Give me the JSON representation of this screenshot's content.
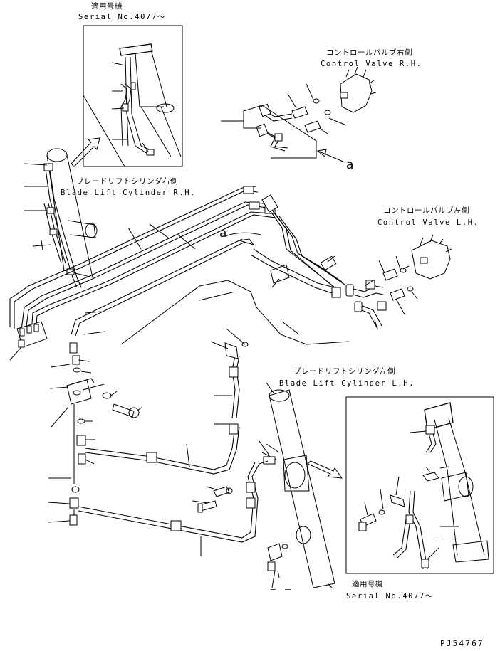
{
  "inset_top": {
    "title_jp": "適用号機",
    "serial": "Serial No.4077～"
  },
  "inset_bottom": {
    "title_jp": "適用号機",
    "serial": "Serial No.4077～",
    "dash": "－ －"
  },
  "labels": {
    "control_valve_rh_jp": "コントロールバルブ右側",
    "control_valve_rh_en": "Control Valve R.H.",
    "control_valve_lh_jp": "コントロールバルブ左側",
    "control_valve_lh_en": "Control Valve L.H.",
    "blade_lift_rh_jp": "ブレードリフトシリンダ右側",
    "blade_lift_rh_en": "Blade Lift Cylinder R.H.",
    "blade_lift_lh_jp": "ブレードリフトシリンダ左側",
    "blade_lift_lh_en": "Blade Lift Cylinder L.H.",
    "bottom_dash": "－ －"
  },
  "references": {
    "ref_a_upper": "a",
    "ref_a_lower": "a"
  },
  "document_id": "PJ54767",
  "colors": {
    "line": "#000000",
    "background": "#ffffff"
  }
}
